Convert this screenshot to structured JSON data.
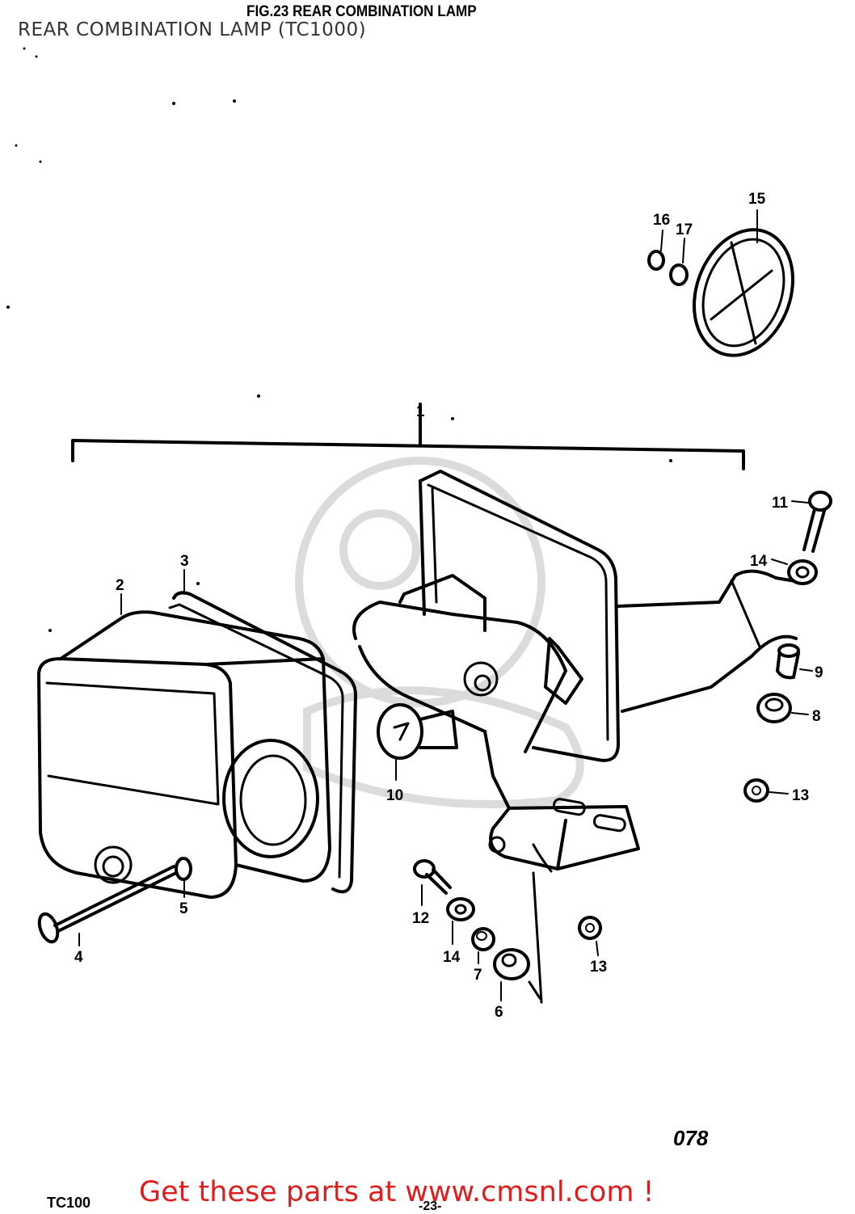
{
  "header": {
    "overlay_title": "REAR COMBINATION LAMP (TC1000)",
    "fig_caption": "FIG.23  REAR COMBINATION LAMP"
  },
  "callouts": {
    "c1": "1",
    "c2": "2",
    "c3": "3",
    "c4": "4",
    "c5": "5",
    "c6": "6",
    "c7": "7",
    "c8": "8",
    "c9": "9",
    "c10": "10",
    "c11": "11",
    "c12": "12",
    "c13a": "13",
    "c13b": "13",
    "c14a": "14",
    "c14b": "14",
    "c15": "15",
    "c16": "16",
    "c17": "17"
  },
  "footer": {
    "page_code": "078",
    "model_code": "TC100",
    "page_number": "-23-",
    "cta": "Get these parts at www.cmsnl.com !"
  },
  "colors": {
    "cta": "#e01c1c",
    "line": "#000000",
    "watermark": "#d8d8d8"
  }
}
